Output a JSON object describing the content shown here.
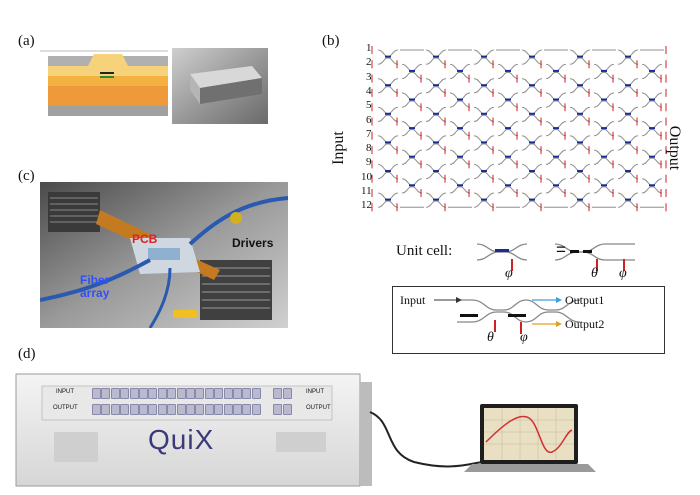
{
  "panels": {
    "a": {
      "label": "(a)"
    },
    "b": {
      "label": "(b)"
    },
    "c": {
      "label": "(c)"
    },
    "d": {
      "label": "(d)"
    }
  },
  "mesh": {
    "modes": [
      "1",
      "2",
      "3",
      "4",
      "5",
      "6",
      "7",
      "8",
      "9",
      "10",
      "11",
      "12"
    ],
    "input_label": "Input",
    "output_label": "Output",
    "unit_cell_label": "Unit cell:",
    "equals_sign": "=",
    "phi_symbol": "φ",
    "theta_symbol": "θ"
  },
  "mzi_schematic": {
    "input_label": "Input",
    "output1_label": "Output1",
    "output2_label": "Output2",
    "theta_symbol": "θ",
    "phi_symbol": "φ",
    "colors": {
      "output1_arrow": "#3aa0e0",
      "output2_arrow": "#e0a020"
    }
  },
  "photo_c": {
    "pcb_label": "PCB",
    "fiber_label_line1": "Fiber",
    "fiber_label_line2": "array",
    "drivers_label": "Drivers",
    "colors": {
      "pcb": "#e02020",
      "fiber": "#3050ff",
      "chip": "#f0c020",
      "drivers": "#111111"
    }
  },
  "instrument_d": {
    "logo_text": "QuiX",
    "input_port_label": "INPUT",
    "output_port_label": "OUTPUT"
  },
  "colors": {
    "waveguide": "#909090",
    "theta_heater": "#1a2a9a",
    "phi_heater": "#d02020"
  }
}
